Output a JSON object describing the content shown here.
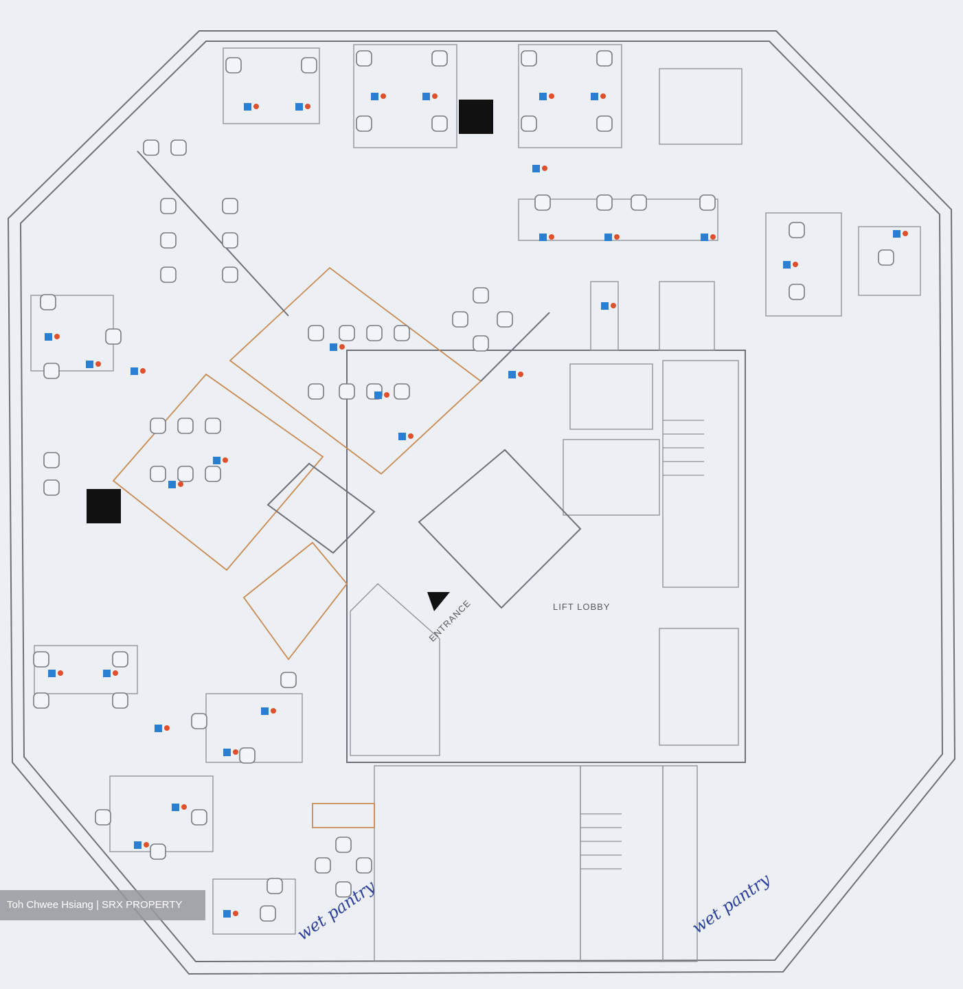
{
  "plan": {
    "labels": {
      "lift_lobby": "LIFT LOBBY",
      "entrance": "ENTRANCE",
      "wet_pantry_left": "wet pantry",
      "wet_pantry_right": "wet pantry"
    },
    "colors": {
      "walls": "#6d7078",
      "furniture": "#c98a52",
      "data_points": "#2a7fd0",
      "power_points": "#e0502a",
      "handwriting": "#2c3f9a"
    }
  },
  "watermark": "Toh Chwee Hsiang | SRX PROPERTY"
}
